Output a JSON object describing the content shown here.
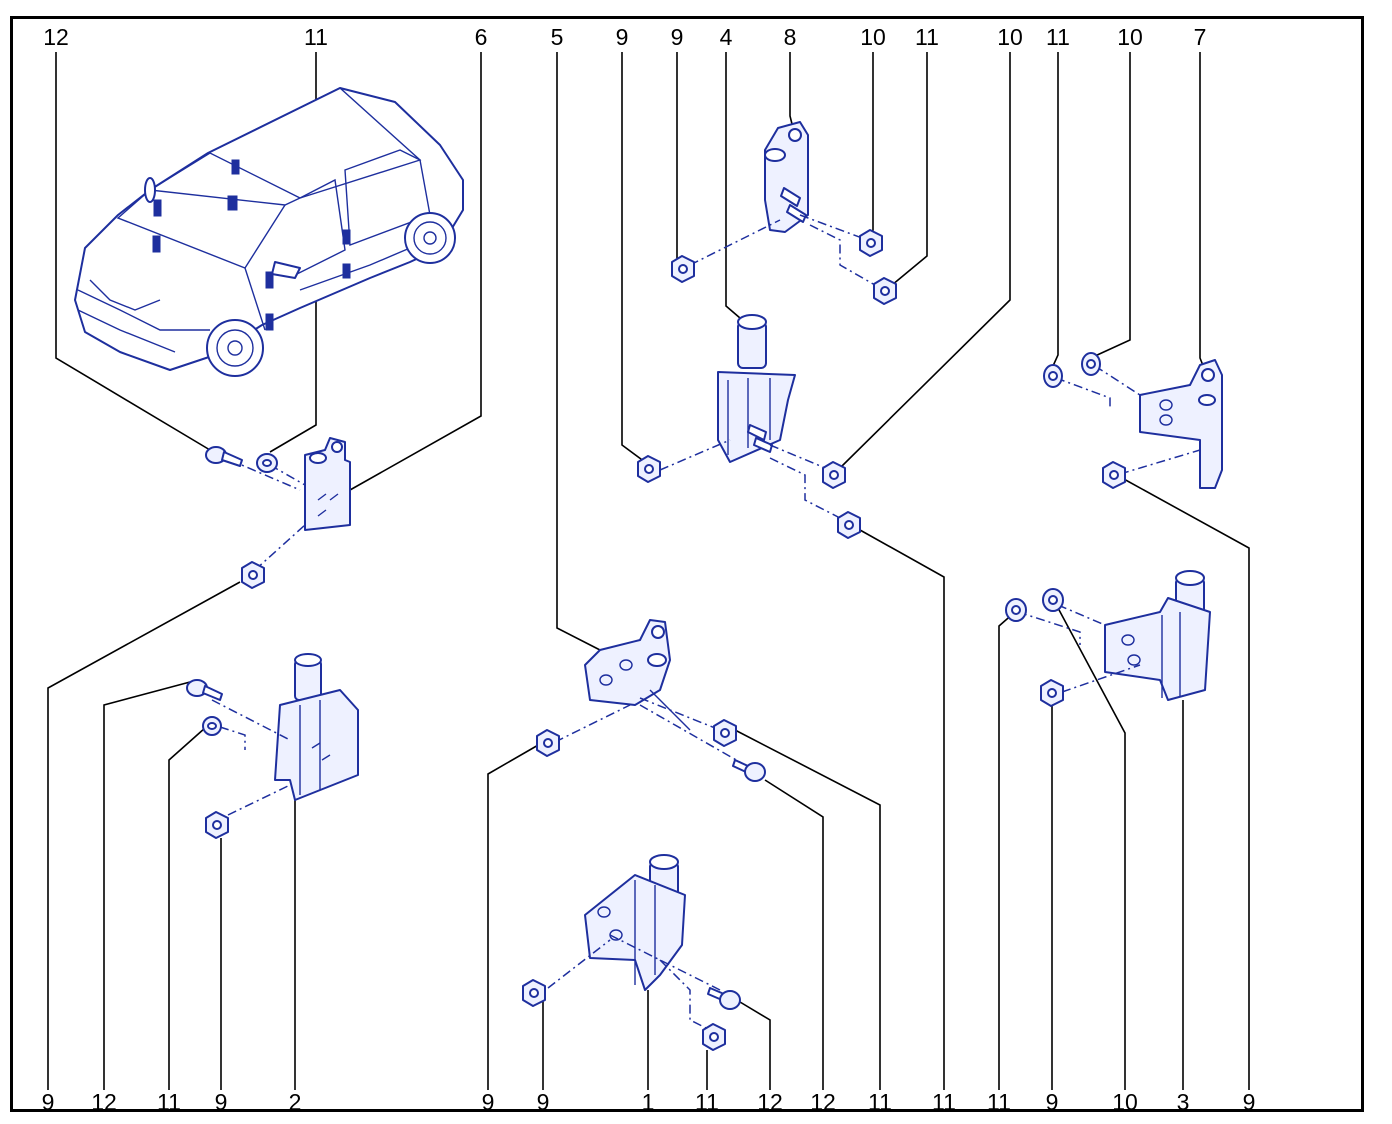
{
  "labels": {
    "top": [
      "12",
      "11",
      "6",
      "5",
      "9",
      "9",
      "4",
      "8",
      "10",
      "11",
      "10",
      "11",
      "10",
      "7"
    ],
    "bottom": [
      "9",
      "12",
      "11",
      "9",
      "2",
      "9",
      "9",
      "1",
      "11",
      "12",
      "12",
      "11",
      "11",
      "11",
      "9",
      "10",
      "3",
      "9"
    ]
  },
  "colors": {
    "drawing": "#1e2f9e",
    "frame": "#000000",
    "leader": "#000000"
  }
}
